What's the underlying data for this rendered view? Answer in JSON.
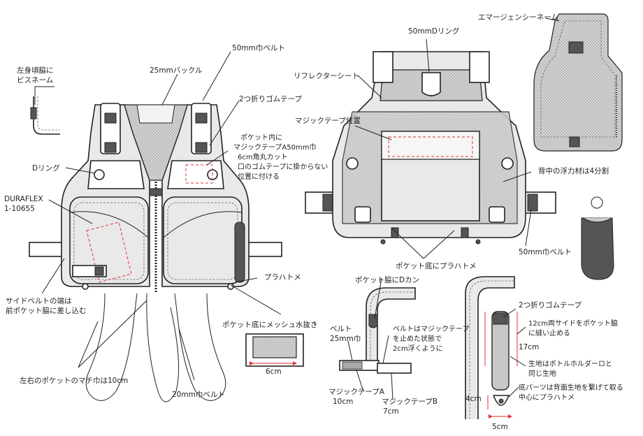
{
  "labels": {
    "left_shoulder_business_name": [
      "左身頃脇に",
      "ビスネーム"
    ],
    "belt_50mm_top": "50mm巾ベルト",
    "buckle_25mm": "25mmバックル",
    "elastic_tape_folded": "2つ折りゴムテープ",
    "pocket_velcro_note": [
      "ポケット内に",
      "マジックテープA50mm巾",
      "6cm角丸カット",
      "口のゴムテープに掛からない",
      "位置に付ける"
    ],
    "d_ring": "Dリング",
    "duraflex": [
      "DURAFLEX",
      "1-10655"
    ],
    "plastic_eyelet_front": "プラハトメ",
    "side_belt_note": [
      "サイドベルトの端は",
      "前ポケット脇に差し込む"
    ],
    "pocket_gusset": "左右のポケットのマチ巾は10cm",
    "belt_20mm": "20mm巾ベルト",
    "mesh_drain": "ポケット底にメッシュ水抜き",
    "mesh_width": "6cm",
    "d_ring_50mm": "50mmDリング",
    "reflector_sheet": "リフレクターシート",
    "velcro_position": "マジックテープ位置",
    "emergency_name": "エマージェンシーネーム",
    "back_float_note": "背中の浮力材は4分割",
    "belt_50mm_back": "50mm巾ベルト",
    "pocket_bottom_eyelet": "ポケット底にプラハトメ",
    "pocket_side_d_can": "ポケット脇にDカン",
    "belt_25mm": [
      "ベルト",
      "25mm巾"
    ],
    "belt_float_note": [
      "ベルトはマジックテープ",
      "を止めた状態で",
      "2cm浮くように"
    ],
    "velcro_a": [
      "マジックテープA",
      "10cm"
    ],
    "velcro_b": [
      "マジックテープB",
      "7cm"
    ],
    "elastic_tape_folded_2": "2つ折りゴムテープ",
    "sewn_12cm": [
      "12cm両サイドをポケット脇",
      "に縫い止める"
    ],
    "dim_17cm": "17cm",
    "bottle_holder_note": [
      "生地はボトルホルダーロと",
      "同じ生地"
    ],
    "bottom_parts_note": [
      "底パーツは背面生地を繋げて取る",
      "中心にプラハトメ"
    ],
    "dim_4cm": "4cm",
    "dim_5cm": "5cm"
  },
  "icons": [
    "buckle-icon",
    "d-ring-icon",
    "eyelet-icon",
    "zipper-icon",
    "name-tag-icon",
    "carabiner-icon"
  ],
  "colors": {
    "outline": "#222222",
    "fabric_gray": "#e9e9e9",
    "dark_fabric": "#555555",
    "guide_red": "#e03030"
  }
}
